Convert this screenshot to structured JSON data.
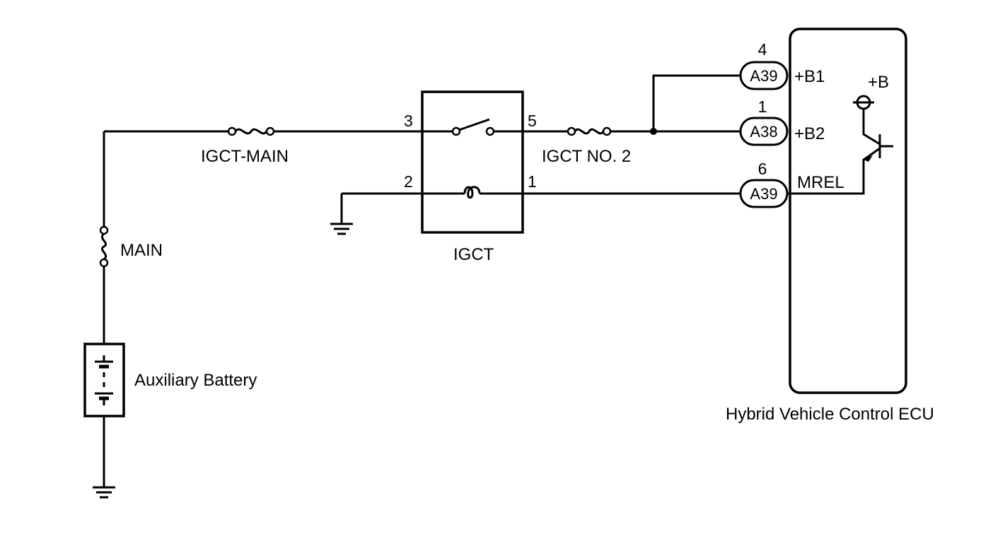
{
  "labels": {
    "igct_main_fuse": "IGCT-MAIN",
    "main_fuse": "MAIN",
    "battery": "Auxiliary Battery",
    "relay": "IGCT",
    "igct_no2_fuse": "IGCT NO. 2",
    "ecu": "Hybrid Vehicle Control ECU",
    "plus_b": "+B"
  },
  "relay_pins": {
    "p3": "3",
    "p5": "5",
    "p2": "2",
    "p1": "1"
  },
  "connectors": [
    {
      "pin": "4",
      "id": "A39",
      "terminal": "+B1"
    },
    {
      "pin": "1",
      "id": "A38",
      "terminal": "+B2"
    },
    {
      "pin": "6",
      "id": "A39",
      "terminal": "MREL"
    }
  ]
}
